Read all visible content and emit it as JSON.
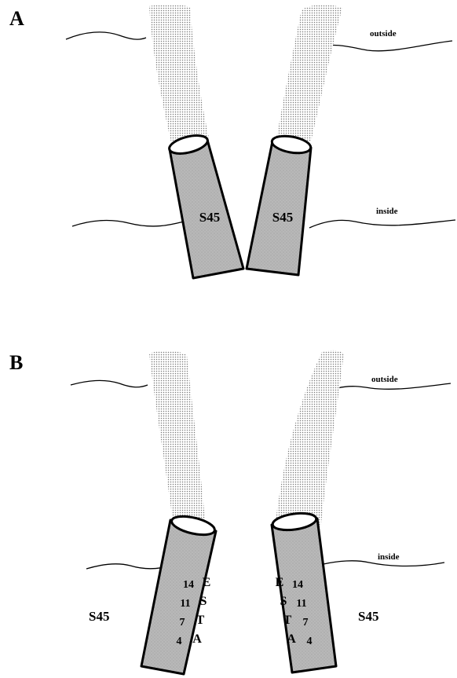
{
  "panels": [
    {
      "id": "A",
      "label": "A",
      "outside_label": "outside",
      "inside_label": "inside",
      "helix_labels": [
        "S45",
        "S45"
      ]
    },
    {
      "id": "B",
      "label": "B",
      "outside_label": "outside",
      "inside_label": "inside",
      "side_labels": [
        "S45",
        "S45"
      ],
      "left_numbers": [
        "14",
        "11",
        "7",
        "4"
      ],
      "left_letters": [
        "E",
        "S",
        "T",
        "A"
      ],
      "right_numbers": [
        "14",
        "11",
        "7",
        "4"
      ],
      "right_letters": [
        "E",
        "S",
        "T",
        "A"
      ]
    }
  ],
  "colors": {
    "helix_fill": "#b8b8b8",
    "stipple_dot": "#7a7a7a",
    "outline": "#000000"
  }
}
